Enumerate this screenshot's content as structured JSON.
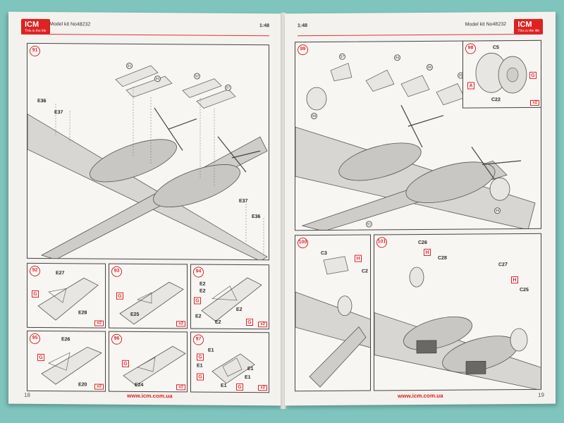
{
  "left_page": {
    "logo": "ICM",
    "logo_tagline": "This is the life",
    "model_kit": "Model kit No48232",
    "scale": "1:48",
    "page_number": "18",
    "website": "www.icm.com.ua",
    "steps": {
      "s91": {
        "num": "91",
        "labels": [
          "E36",
          "E37",
          "E37",
          "E36"
        ],
        "callouts": [
          "91",
          "93",
          "92",
          "97"
        ]
      },
      "s92": {
        "num": "92",
        "labels": [
          "E27",
          "E28"
        ],
        "tag": "G",
        "mult": "x2"
      },
      "s93": {
        "num": "93",
        "labels": [
          "E25"
        ],
        "tag": "G",
        "mult": "x2"
      },
      "s94": {
        "num": "94",
        "labels": [
          "E2",
          "E2",
          "E2",
          "E2",
          "E2"
        ],
        "tags": [
          "G",
          "G"
        ],
        "mult": "x2"
      },
      "s95": {
        "num": "95",
        "labels": [
          "E26",
          "E20"
        ],
        "tag": "G",
        "mult": "x2"
      },
      "s96": {
        "num": "96",
        "labels": [
          "E24"
        ],
        "tag": "G",
        "mult": "x2"
      },
      "s97": {
        "num": "97",
        "labels": [
          "E1",
          "E1",
          "E1",
          "E1",
          "E1"
        ],
        "tags": [
          "G",
          "G",
          "G"
        ],
        "mult": "x2"
      }
    }
  },
  "right_page": {
    "logo": "ICM",
    "logo_tagline": "This is the life",
    "model_kit": "Model kit No48232",
    "scale": "1:48",
    "page_number": "19",
    "website": "www.icm.com.ua",
    "steps": {
      "s99": {
        "num": "99",
        "callouts": [
          "97",
          "94",
          "96",
          "95",
          "98",
          "98",
          "91"
        ]
      },
      "s98": {
        "num": "98",
        "labels": [
          "C5",
          "C22"
        ],
        "tags": [
          "A",
          "G"
        ],
        "mult": "x2"
      },
      "s100": {
        "num": "100",
        "labels": [
          "C3",
          "C2"
        ],
        "tag": "H"
      },
      "s101": {
        "num": "101",
        "labels": [
          "C26",
          "C28",
          "C27",
          "C25"
        ],
        "tags": [
          "H",
          "H"
        ]
      }
    }
  },
  "colors": {
    "accent_red": "#d22",
    "paper": "#f4f2ee",
    "background": "#7fc4bd"
  }
}
